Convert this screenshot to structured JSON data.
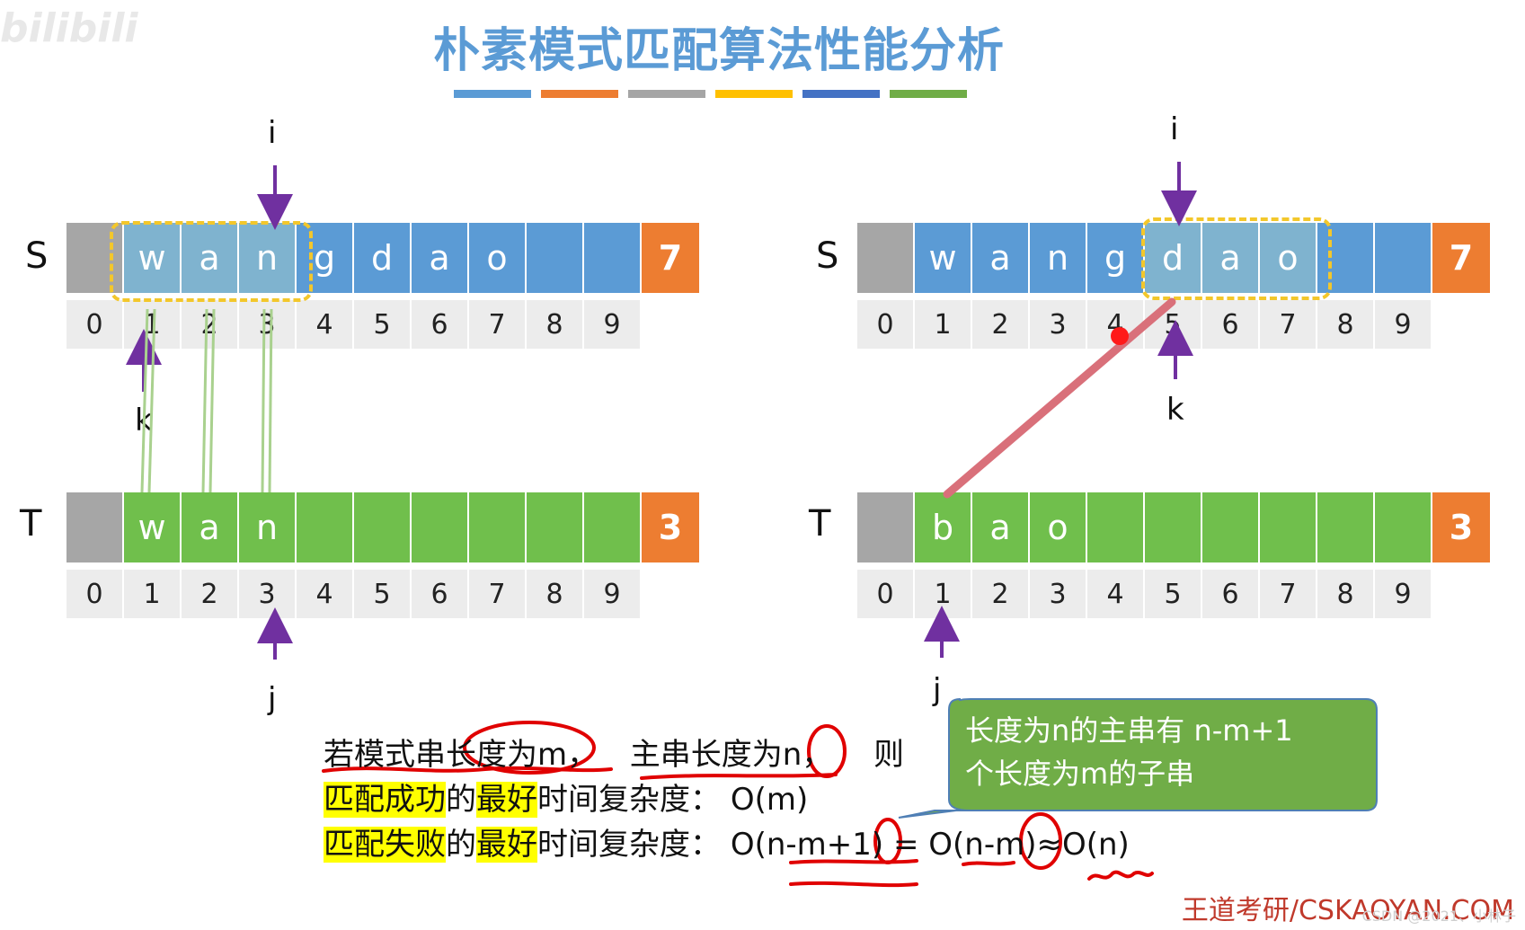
{
  "logo": "bilibili",
  "title": "朴素模式匹配算法性能分析",
  "stripes": [
    "#5b9bd5",
    "#ed7d31",
    "#a5a5a5",
    "#ffc000",
    "#4472c4",
    "#70ad47"
  ],
  "colors": {
    "s_cell": "#5b9bd5",
    "s_cell_matched": "#7fb3cf",
    "t_cell": "#70bf4c",
    "len_cell": "#ed7d31",
    "gray_cell": "#a6a6a6",
    "pointer": "#7030a0",
    "match_line": "#a9d18e",
    "mismatch_line": "#d9707a",
    "annotation_red": "#e00000",
    "bubble": "#70ad47"
  },
  "left": {
    "s_label": "S",
    "s_chars": [
      "",
      "w",
      "a",
      "n",
      "g",
      "d",
      "a",
      "o",
      "",
      ""
    ],
    "s_len": "7",
    "t_label": "T",
    "t_chars": [
      "",
      "w",
      "a",
      "n",
      "",
      "",
      "",
      "",
      "",
      ""
    ],
    "t_len": "3",
    "indices": [
      "0",
      "1",
      "2",
      "3",
      "4",
      "5",
      "6",
      "7",
      "8",
      "9"
    ],
    "i_label": "i",
    "k_label": "k",
    "j_label": "j"
  },
  "right": {
    "s_label": "S",
    "s_chars": [
      "",
      "w",
      "a",
      "n",
      "g",
      "d",
      "a",
      "o",
      "",
      ""
    ],
    "s_len": "7",
    "t_label": "T",
    "t_chars": [
      "",
      "b",
      "a",
      "o",
      "",
      "",
      "",
      "",
      "",
      ""
    ],
    "t_len": "3",
    "indices": [
      "0",
      "1",
      "2",
      "3",
      "4",
      "5",
      "6",
      "7",
      "8",
      "9"
    ],
    "i_label": "i",
    "k_label": "k",
    "j_label": "j"
  },
  "text": {
    "line1_a": "若模式串长度为m，",
    "line1_b": "主串长度为n，",
    "line1_c": "则",
    "line2_hl1": "匹配成功",
    "line2_mid": "的",
    "line2_hl2": "最好",
    "line2_rest": "时间复杂度：",
    "line2_value": "O(m)",
    "line3_hl1": "匹配失败",
    "line3_mid": "的",
    "line3_hl2": "最好",
    "line3_rest": "时间复杂度：",
    "line3_value": "O(n-m+1) = O(n-m)≈O(n)"
  },
  "bubble": {
    "line1": "长度为n的主串有 n-m+1",
    "line2": "个长度为m的子串"
  },
  "footer": "王道考研/CSKAOYAN.COM",
  "credit": "CSDN @2021、小林子"
}
